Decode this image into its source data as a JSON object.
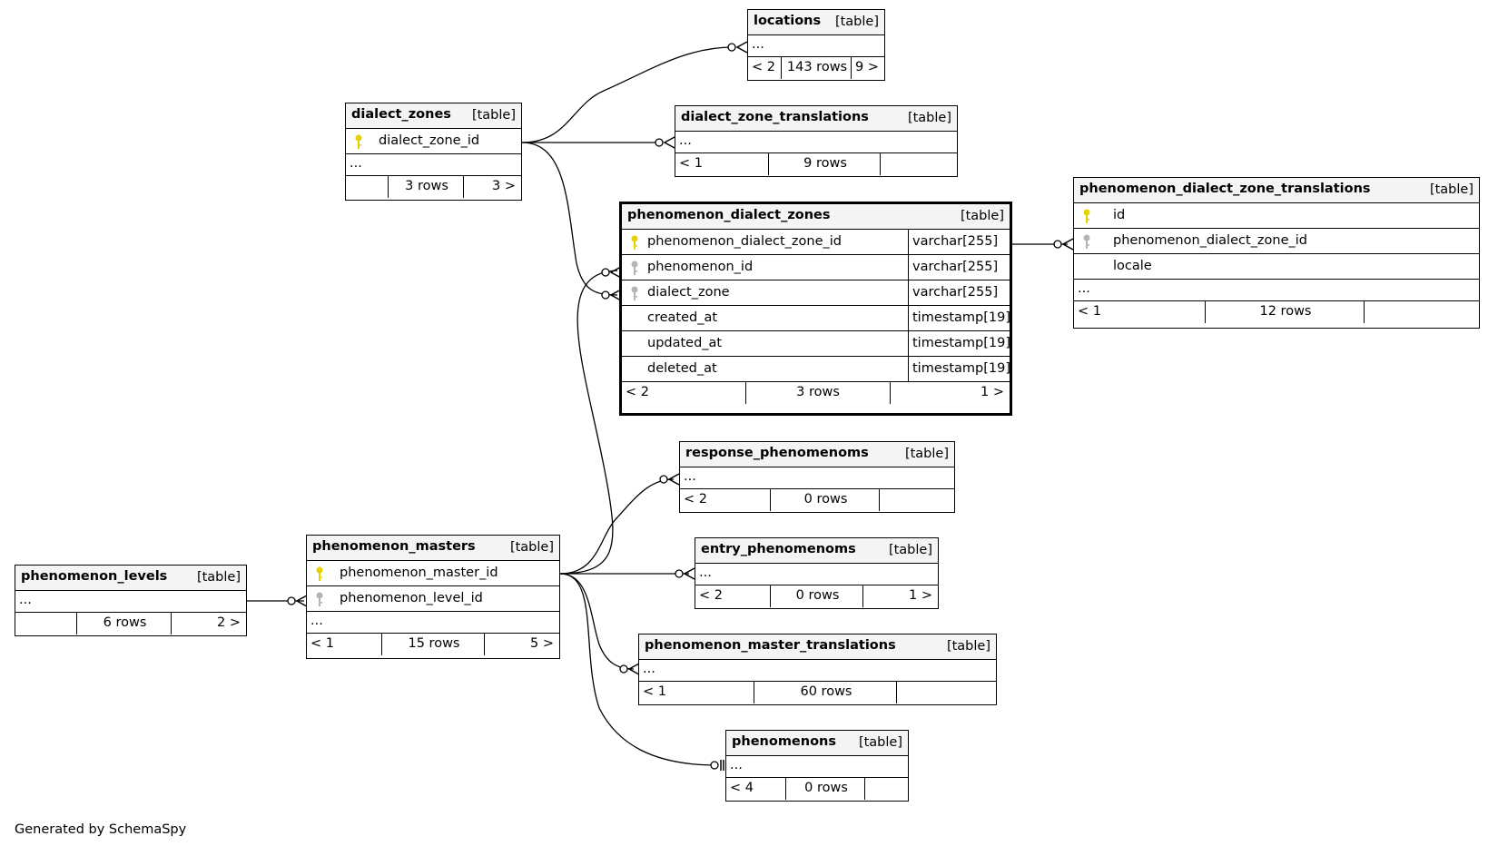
{
  "tables": {
    "locations": {
      "name": "locations",
      "type": "[table]",
      "ellipsis": "...",
      "footer": {
        "left": "< 2",
        "rows": "143 rows",
        "right": "9 >"
      }
    },
    "dialect_zones": {
      "name": "dialect_zones",
      "type": "[table]",
      "columns": [
        {
          "name": "dialect_zone_id",
          "key": "primary"
        }
      ],
      "ellipsis": "...",
      "footer": {
        "left": "",
        "rows": "3 rows",
        "right": "3 >"
      }
    },
    "dialect_zone_translations": {
      "name": "dialect_zone_translations",
      "type": "[table]",
      "ellipsis": "...",
      "footer": {
        "left": "< 1",
        "rows": "9 rows",
        "right": ""
      }
    },
    "phenomenon_dialect_zones": {
      "name": "phenomenon_dialect_zones",
      "type": "[table]",
      "columns": [
        {
          "name": "phenomenon_dialect_zone_id",
          "datatype": "varchar[255]",
          "key": "primary"
        },
        {
          "name": "phenomenon_id",
          "datatype": "varchar[255]",
          "key": "foreign"
        },
        {
          "name": "dialect_zone",
          "datatype": "varchar[255]",
          "key": "foreign"
        },
        {
          "name": "created_at",
          "datatype": "timestamp[19]",
          "key": ""
        },
        {
          "name": "updated_at",
          "datatype": "timestamp[19]",
          "key": ""
        },
        {
          "name": "deleted_at",
          "datatype": "timestamp[19]",
          "key": ""
        }
      ],
      "footer": {
        "left": "< 2",
        "rows": "3 rows",
        "right": "1 >"
      }
    },
    "phenomenon_dialect_zone_translations": {
      "name": "phenomenon_dialect_zone_translations",
      "type": "[table]",
      "columns": [
        {
          "name": "id",
          "key": "primary"
        },
        {
          "name": "phenomenon_dialect_zone_id",
          "key": "foreign"
        },
        {
          "name": "locale",
          "key": ""
        }
      ],
      "ellipsis": "...",
      "footer": {
        "left": "< 1",
        "rows": "12 rows",
        "right": ""
      }
    },
    "response_phenomenoms": {
      "name": "response_phenomenoms",
      "type": "[table]",
      "ellipsis": "...",
      "footer": {
        "left": "< 2",
        "rows": "0 rows",
        "right": ""
      }
    },
    "entry_phenomenoms": {
      "name": "entry_phenomenoms",
      "type": "[table]",
      "ellipsis": "...",
      "footer": {
        "left": "< 2",
        "rows": "0 rows",
        "right": "1 >"
      }
    },
    "phenomenon_master_translations": {
      "name": "phenomenon_master_translations",
      "type": "[table]",
      "ellipsis": "...",
      "footer": {
        "left": "< 1",
        "rows": "60 rows",
        "right": ""
      }
    },
    "phenomenons": {
      "name": "phenomenons",
      "type": "[table]",
      "ellipsis": "...",
      "footer": {
        "left": "< 4",
        "rows": "0 rows",
        "right": ""
      }
    },
    "phenomenon_masters": {
      "name": "phenomenon_masters",
      "type": "[table]",
      "columns": [
        {
          "name": "phenomenon_master_id",
          "key": "primary"
        },
        {
          "name": "phenomenon_level_id",
          "key": "foreign"
        }
      ],
      "ellipsis": "...",
      "footer": {
        "left": "< 1",
        "rows": "15 rows",
        "right": "5 >"
      }
    },
    "phenomenon_levels": {
      "name": "phenomenon_levels",
      "type": "[table]",
      "ellipsis": "...",
      "footer": {
        "left": "",
        "rows": "6 rows",
        "right": "2 >"
      }
    }
  },
  "key_icon_colors": {
    "primary": "#e6d200",
    "foreign": "#b4b4b4"
  },
  "footer_text": "Generated by SchemaSpy"
}
